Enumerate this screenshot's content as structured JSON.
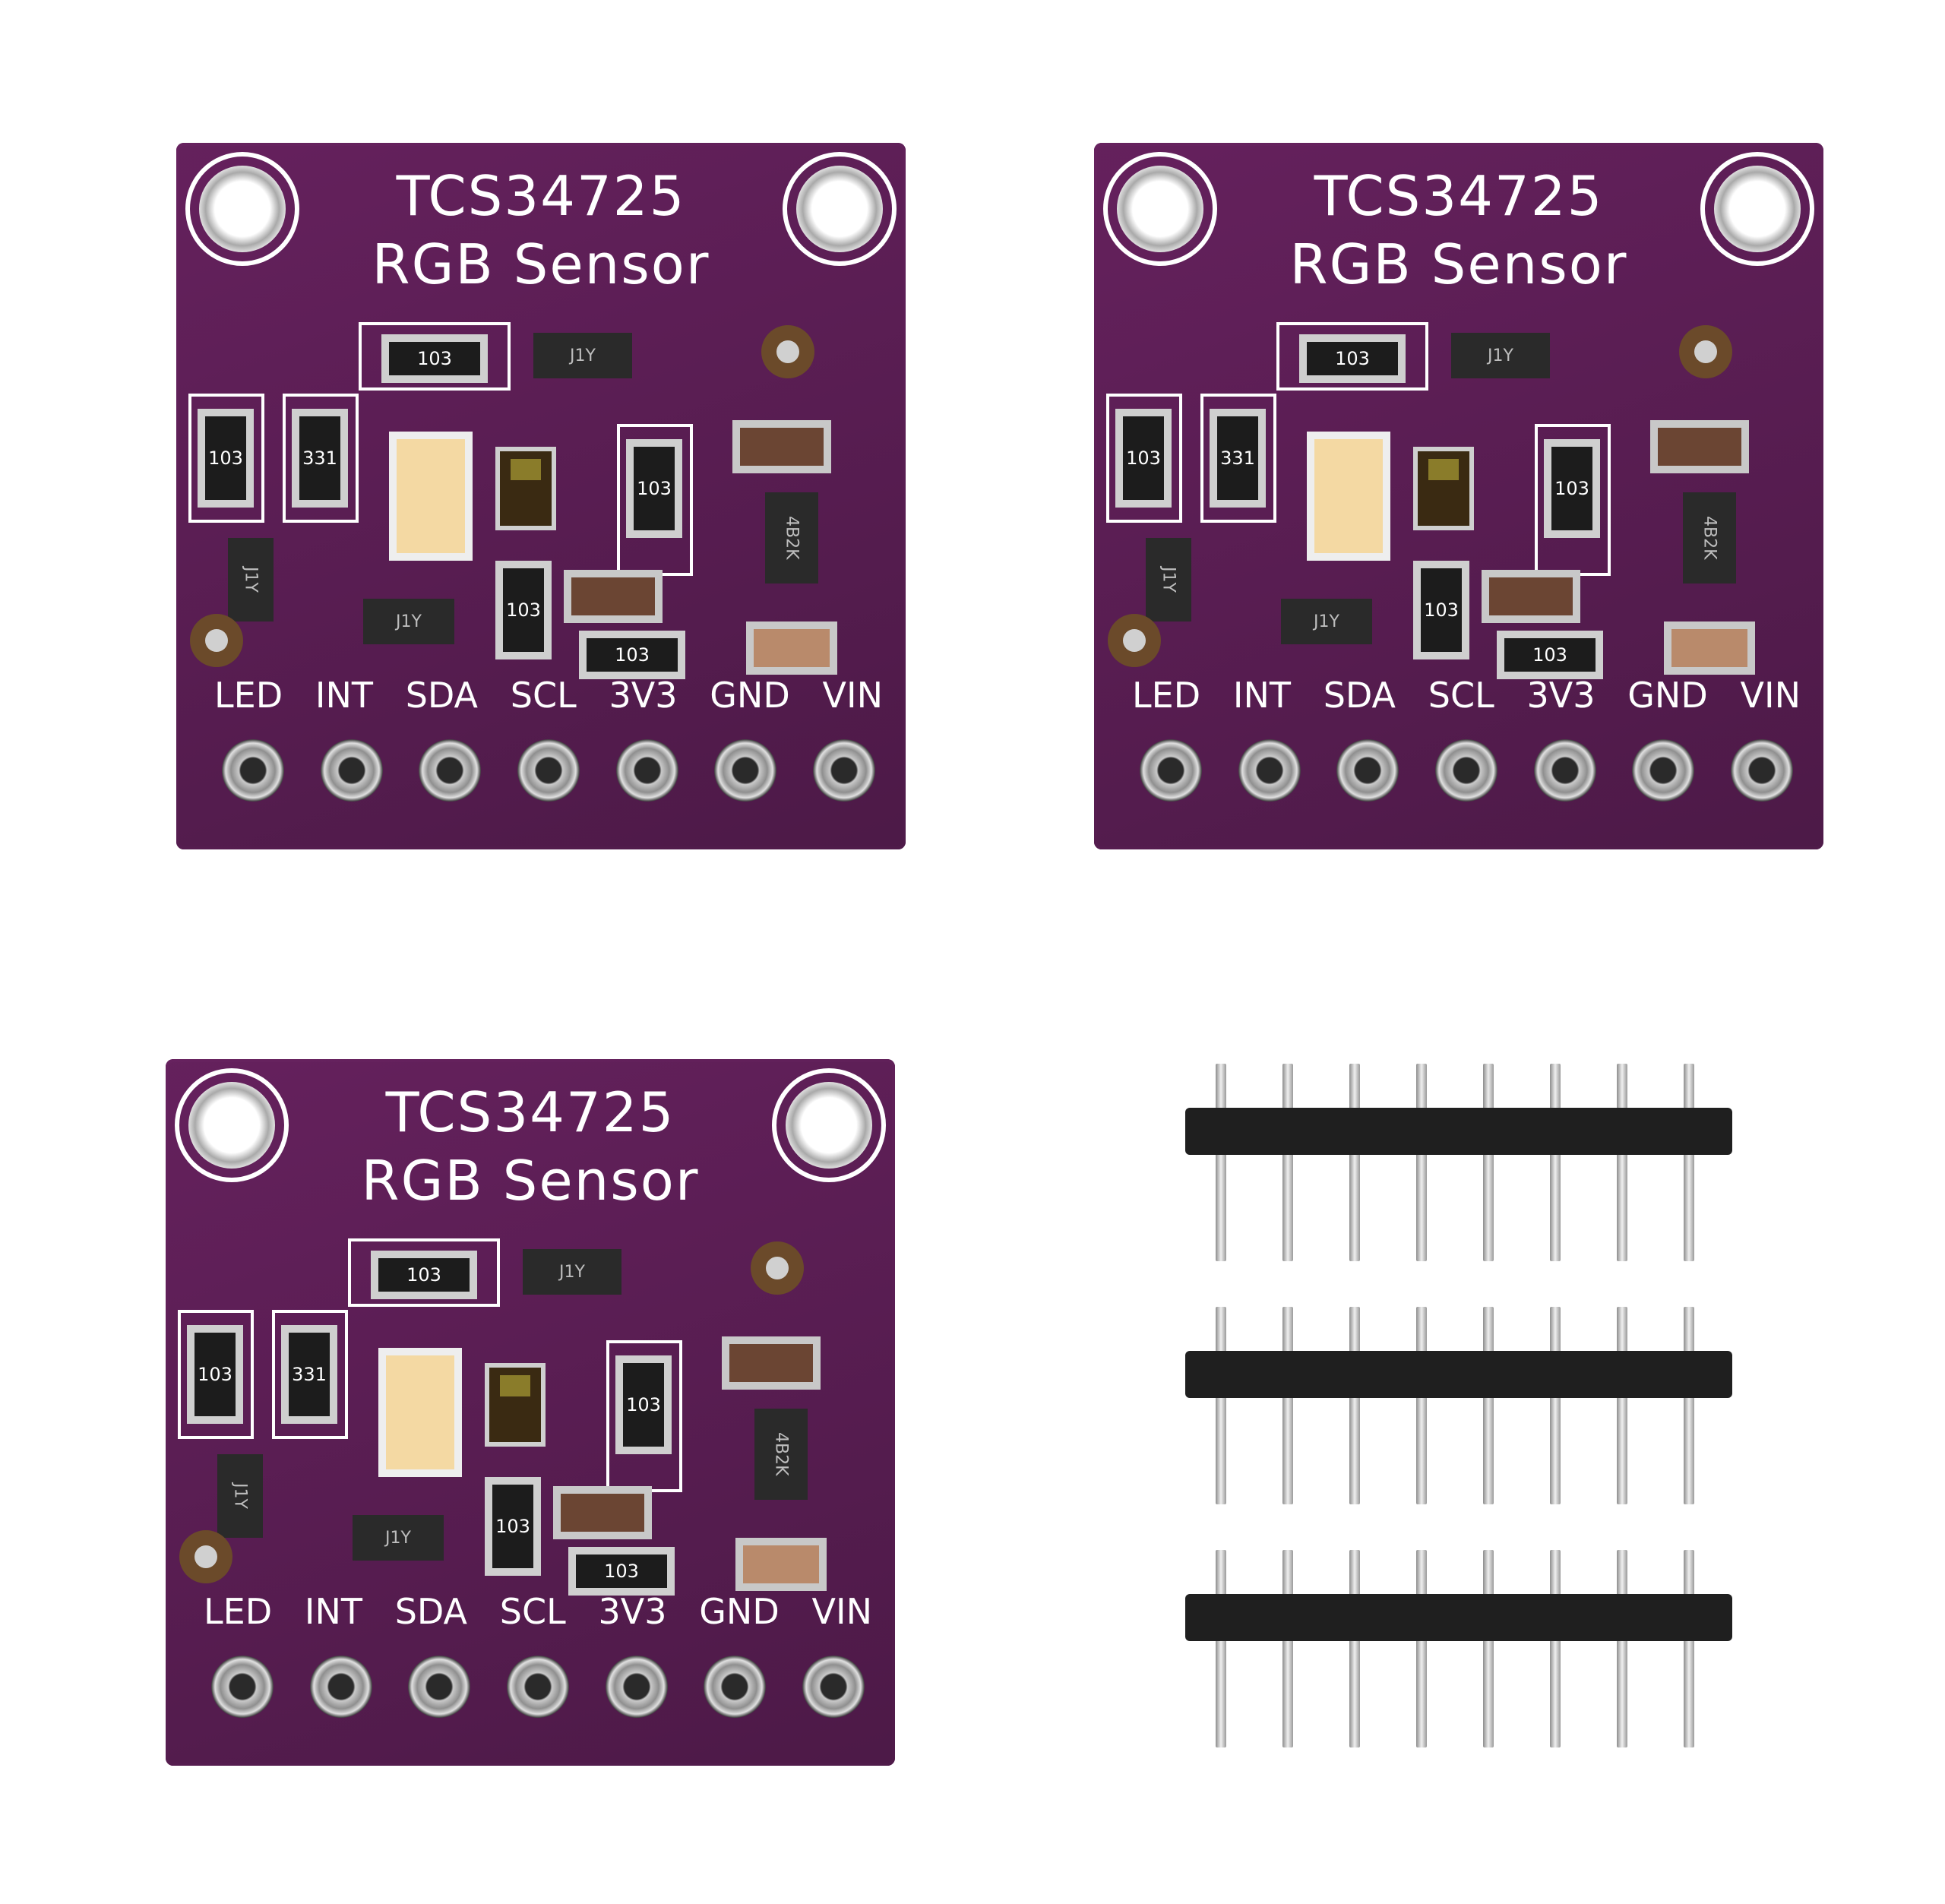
{
  "image": {
    "description": "Product photo: three TCS34725 RGB color sensor breakout boards (purple PCB) and three 8-pin male header strips on white background",
    "background": "#ffffff"
  },
  "boards": [
    {
      "title_line1": "TCS34725",
      "title_line2": "RGB Sensor",
      "pin_labels": [
        "LED",
        "INT",
        "SDA",
        "SCL",
        "3V3",
        "GND",
        "VIN"
      ],
      "component_markings": [
        "103",
        "103",
        "331",
        "103",
        "103",
        "103",
        "J1Y",
        "J1Y",
        "J1Y",
        "4B2K"
      ]
    },
    {
      "title_line1": "TCS34725",
      "title_line2": "RGB Sensor",
      "pin_labels": [
        "LED",
        "INT",
        "SDA",
        "SCL",
        "3V3",
        "GND",
        "VIN"
      ],
      "component_markings": [
        "103",
        "103",
        "331",
        "103",
        "103",
        "103",
        "J1Y",
        "J1Y",
        "J1Y",
        "4B2K"
      ]
    },
    {
      "title_line1": "TCS34725",
      "title_line2": "RGB Sensor",
      "pin_labels": [
        "LED",
        "INT",
        "SDA",
        "SCL",
        "3V3",
        "GND",
        "VIN"
      ],
      "component_markings": [
        "103",
        "103",
        "331",
        "103",
        "103",
        "103",
        "J1Y",
        "J1Y",
        "J1Y",
        "4B2K"
      ]
    }
  ],
  "headers": {
    "count": 3,
    "pins_per_strip": 8
  },
  "colors": {
    "pcb": "#5a1f52",
    "silkscreen": "#ffffff",
    "header_plastic": "#1f1f1f",
    "pin_metal": "#c9c9c9"
  }
}
